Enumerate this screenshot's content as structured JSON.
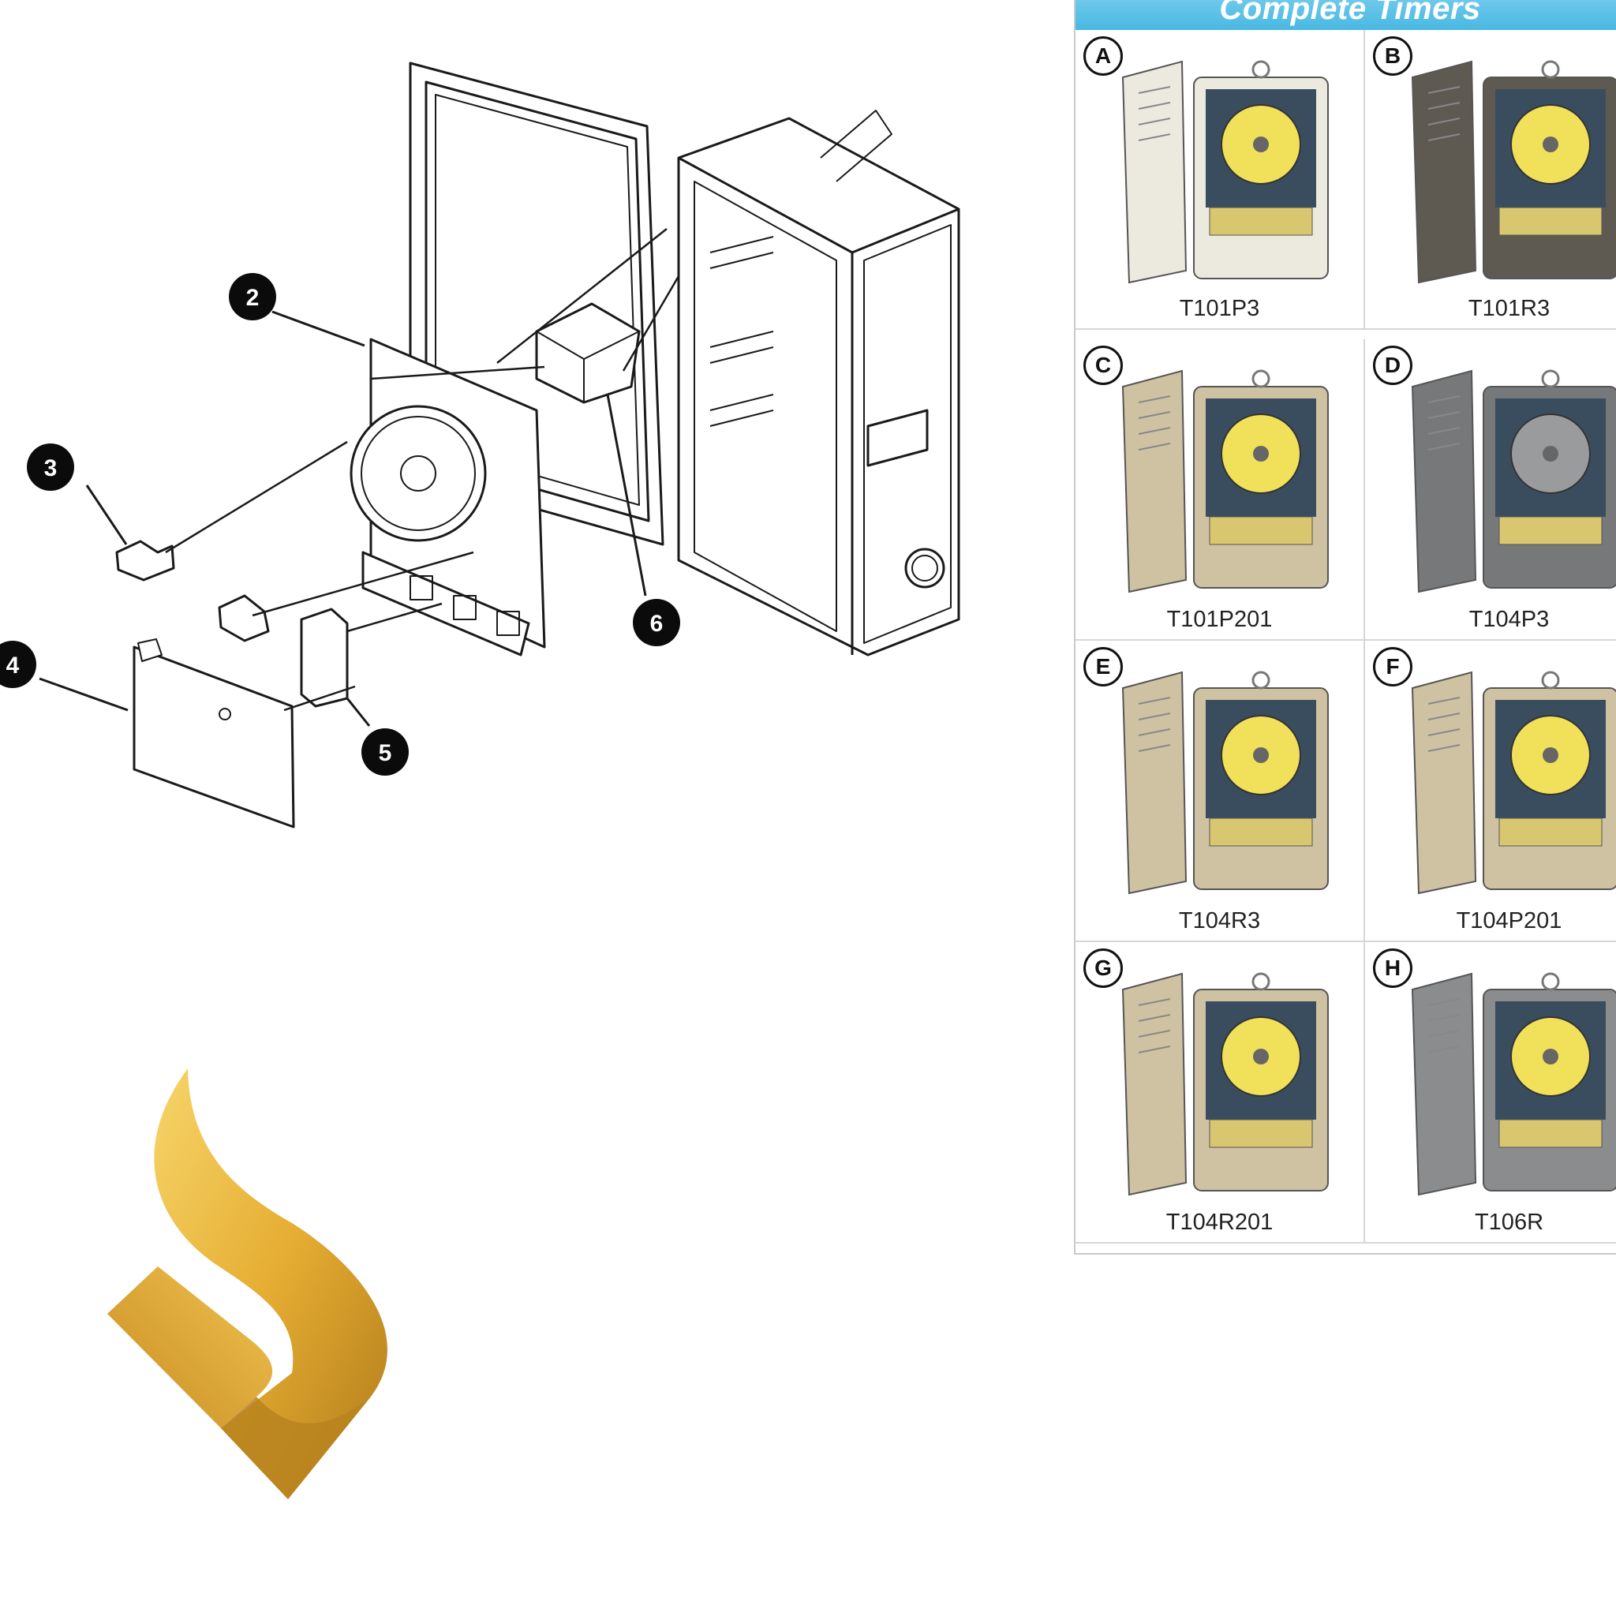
{
  "panel": {
    "header": "Complete Timers",
    "items": [
      {
        "letter": "A",
        "model": "T101P3",
        "case_color": "#ece9df"
      },
      {
        "letter": "B",
        "model": "T101R3",
        "case_color": "#5e5a52"
      },
      {
        "letter": "C",
        "model": "T101P201",
        "case_color": "#cfc2a3"
      },
      {
        "letter": "D",
        "model": "T104P3",
        "case_color": "#77787a"
      },
      {
        "letter": "E",
        "model": "T104R3",
        "case_color": "#cfc2a3"
      },
      {
        "letter": "F",
        "model": "T104P201",
        "case_color": "#cfc2a3"
      },
      {
        "letter": "G",
        "model": "T104R201",
        "case_color": "#cfc2a3"
      },
      {
        "letter": "H",
        "model": "T106R",
        "case_color": "#8a8c8e"
      }
    ]
  },
  "diagram": {
    "callouts": [
      "2",
      "3",
      "4",
      "5",
      "6"
    ]
  },
  "colors": {
    "header_blue": "#3fb4e0",
    "dial_yellow": "#f1e05a",
    "logo_gold": "#e0a92d"
  }
}
